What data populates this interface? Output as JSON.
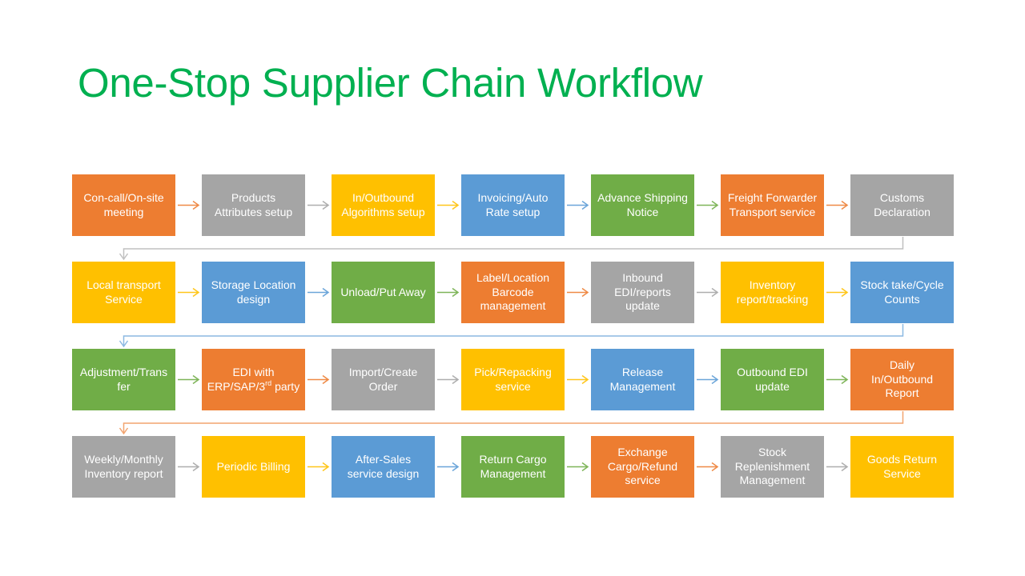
{
  "title": "One-Stop Supplier Chain Workflow",
  "colors": {
    "orange": "#ED7D31",
    "gray": "#A5A5A5",
    "yellow": "#FFC000",
    "blue": "#5B9BD5",
    "green": "#70AD47",
    "title": "#00B050"
  },
  "rows": [
    [
      {
        "lines": [
          "Con-call/On-site",
          "meeting"
        ],
        "color": "orange"
      },
      {
        "lines": [
          "Products",
          "Attributes setup"
        ],
        "color": "gray"
      },
      {
        "lines": [
          "In/Outbound",
          "Algorithms setup"
        ],
        "color": "yellow"
      },
      {
        "lines": [
          "Invoicing/Auto",
          "Rate setup"
        ],
        "color": "blue"
      },
      {
        "lines": [
          "Advance Shipping",
          "Notice"
        ],
        "color": "green"
      },
      {
        "lines": [
          "Freight Forwarder",
          "Transport service"
        ],
        "color": "orange"
      },
      {
        "lines": [
          "Customs",
          "Declaration"
        ],
        "color": "gray"
      }
    ],
    [
      {
        "lines": [
          "Local transport",
          "Service"
        ],
        "color": "yellow"
      },
      {
        "lines": [
          "Storage Location",
          "design"
        ],
        "color": "blue"
      },
      {
        "lines": [
          "Unload/Put Away"
        ],
        "color": "green"
      },
      {
        "lines": [
          "Label/Location",
          "Barcode",
          "management"
        ],
        "color": "orange"
      },
      {
        "lines": [
          "Inbound",
          "EDI/reports",
          "update"
        ],
        "color": "gray"
      },
      {
        "lines": [
          "Inventory",
          "report/tracking"
        ],
        "color": "yellow"
      },
      {
        "lines": [
          "Stock take/Cycle",
          "Counts"
        ],
        "color": "blue"
      }
    ],
    [
      {
        "lines": [
          "Adjustment/Trans",
          "fer"
        ],
        "color": "green"
      },
      {
        "lines": [
          "EDI with",
          "ERP/SAP/3|rd| party"
        ],
        "color": "orange"
      },
      {
        "lines": [
          "Import/Create",
          "Order"
        ],
        "color": "gray"
      },
      {
        "lines": [
          "Pick/Repacking",
          "service"
        ],
        "color": "yellow"
      },
      {
        "lines": [
          "Release",
          "Management"
        ],
        "color": "blue"
      },
      {
        "lines": [
          "Outbound  EDI",
          "update"
        ],
        "color": "green"
      },
      {
        "lines": [
          "Daily",
          "In/Outbound",
          "Report"
        ],
        "color": "orange"
      }
    ],
    [
      {
        "lines": [
          "Weekly/Monthly",
          "Inventory report"
        ],
        "color": "gray"
      },
      {
        "lines": [
          "Periodic Billing"
        ],
        "color": "yellow"
      },
      {
        "lines": [
          "After-Sales",
          "service  design"
        ],
        "color": "blue"
      },
      {
        "lines": [
          "Return Cargo",
          "Management"
        ],
        "color": "green"
      },
      {
        "lines": [
          "Exchange",
          "Cargo/Refund",
          "service"
        ],
        "color": "orange"
      },
      {
        "lines": [
          "Stock",
          "Replenishment",
          "Management"
        ],
        "color": "gray"
      },
      {
        "lines": [
          "Goods Return",
          "Service"
        ],
        "color": "yellow"
      }
    ]
  ]
}
